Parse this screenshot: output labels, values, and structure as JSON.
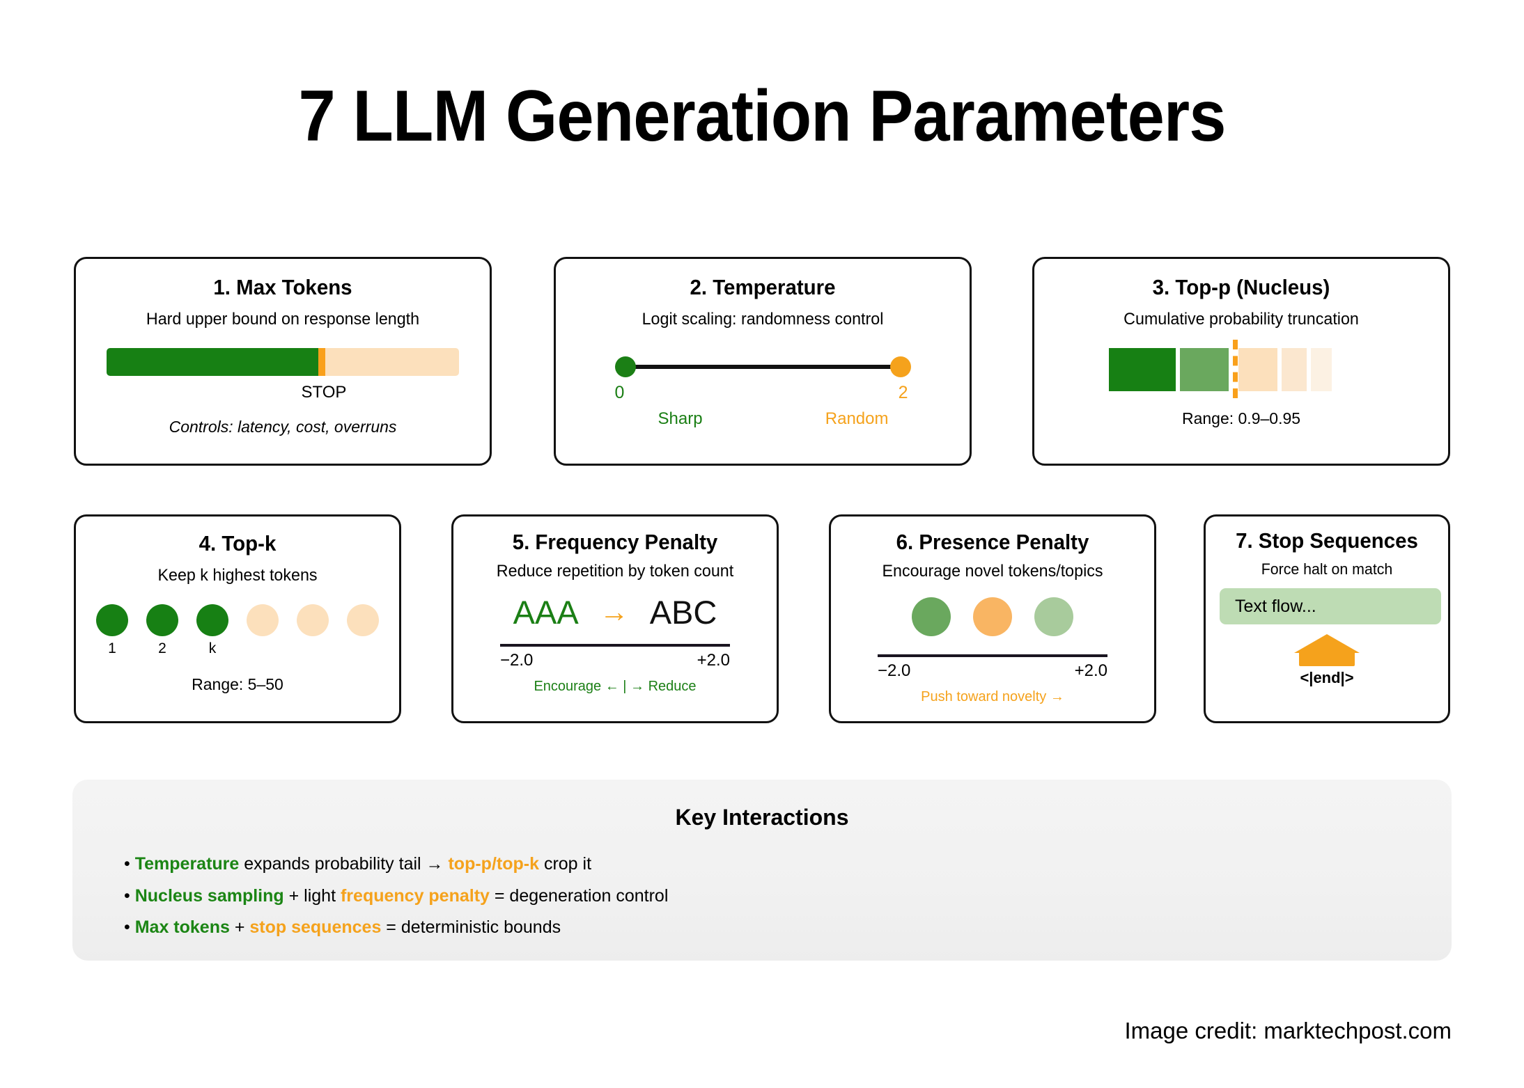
{
  "title": "7 LLM Generation Parameters",
  "colors": {
    "green_dark": "#178014",
    "green_mid": "#6AA85E",
    "green_light": "#A8CB9C",
    "orange": "#F5A21C",
    "peach": "#FCE0BC",
    "text_flow_bg": "#BEDCB4"
  },
  "cards": [
    {
      "id": "max-tokens",
      "title": "1. Max Tokens",
      "subtitle": "Hard upper bound on response length",
      "bar": {
        "filled_pct": 60,
        "stop_label": "STOP"
      },
      "footer": "Controls: latency, cost, overruns"
    },
    {
      "id": "temperature",
      "title": "2. Temperature",
      "subtitle": "Logit scaling: randomness control",
      "slider": {
        "min_value": "0",
        "max_value": "2",
        "min_word": "Sharp",
        "max_word": "Random"
      }
    },
    {
      "id": "top-p",
      "title": "3. Top-p (Nucleus)",
      "subtitle": "Cumulative probability truncation",
      "bars": [
        {
          "color": "#178014",
          "width": 96
        },
        {
          "color": "#6AA85E",
          "width": 70
        },
        {
          "color": "#FCE0BC",
          "width": 56
        },
        {
          "color": "#FBE7CF",
          "width": 36
        },
        {
          "color": "#FCF1E3",
          "width": 30
        }
      ],
      "cutoff_after_bar": 2,
      "footer": "Range: 0.9–0.95"
    },
    {
      "id": "top-k",
      "title": "4. Top-k",
      "subtitle": "Keep k highest tokens",
      "dots": [
        {
          "color": "#178014",
          "label": "1"
        },
        {
          "color": "#178014",
          "label": "2"
        },
        {
          "color": "#178014",
          "label": "k"
        },
        {
          "color": "#FCE0BC",
          "label": ""
        },
        {
          "color": "#FCE0BC",
          "label": ""
        },
        {
          "color": "#FCE0BC",
          "label": ""
        }
      ],
      "footer": "Range: 5–50"
    },
    {
      "id": "frequency-penalty",
      "title": "5. Frequency Penalty",
      "subtitle": "Reduce repetition by token count",
      "demo": {
        "from": "AAA",
        "arrow": "→",
        "to": "ABC"
      },
      "axis": {
        "min": "−2.0",
        "max": "+2.0"
      },
      "note": "Encourage ← | → Reduce"
    },
    {
      "id": "presence-penalty",
      "title": "6. Presence Penalty",
      "subtitle": "Encourage novel tokens/topics",
      "circles": [
        "#6AA85E",
        "#F9B563",
        "#A8CB9C"
      ],
      "axis": {
        "min": "−2.0",
        "max": "+2.0"
      },
      "note": "Push toward novelty →"
    },
    {
      "id": "stop-sequences",
      "title": "7. Stop Sequences",
      "subtitle": "Force halt on match",
      "text_box": "Text flow...",
      "end_token": "<|end|>"
    }
  ],
  "key_interactions": {
    "title": "Key Interactions",
    "items": [
      {
        "bullet": "•",
        "p1": "Temperature",
        "p2": " expands probability tail → ",
        "p3": "top-p/top-k",
        "p4": " crop it"
      },
      {
        "bullet": "•",
        "p1": "Nucleus sampling",
        "p2": " + light ",
        "p3": "frequency penalty",
        "p4": " = degeneration control"
      },
      {
        "bullet": "•",
        "p1": "Max tokens",
        "p2": " + ",
        "p3": "stop sequences",
        "p4": " = deterministic bounds"
      }
    ]
  },
  "credit": "Image credit: marktechpost.com"
}
